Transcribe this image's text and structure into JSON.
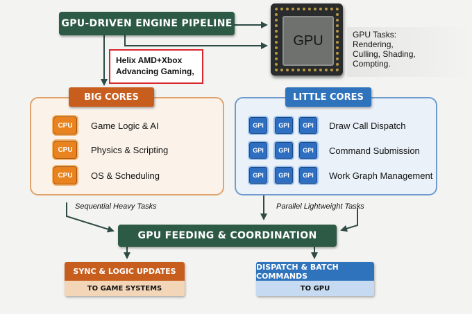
{
  "header": {
    "title": "GPU-DRIVEN ENGINE PIPELINE"
  },
  "note": {
    "line1": "Helix AMD+Xbox",
    "line2": "Advancing Gaming,"
  },
  "gpu": {
    "chip_label": "GPU",
    "tasks_title": "GPU Tasks:",
    "tasks": [
      "Rendering,",
      "Culling, Shading,",
      "Compting."
    ]
  },
  "big_cores": {
    "title": "BIG CORES",
    "chip_label": "CPU",
    "rows": [
      "Game Logic & AI",
      "Physics & Scripting",
      "OS & Scheduling"
    ],
    "caption": "Sequential Heavy Tasks"
  },
  "little_cores": {
    "title": "LITTLE CORES",
    "chip_label": "GPI",
    "rows": [
      "Draw Call Dispatch",
      "Command Submission",
      "Work Graph Management"
    ],
    "caption": "Parallel Lightweight Tasks"
  },
  "feeding": {
    "title": "GPU FEEDING & COORDINATION"
  },
  "outputs": {
    "sync": {
      "title": "SYNC & LOGIC UPDATES",
      "target": "TO GAME SYSTEMS"
    },
    "dispatch": {
      "title": "DISPATCH & BATCH COMMANDS",
      "target": "TO GPU"
    }
  },
  "colors": {
    "dark_green": "#2c5a45",
    "orange": "#c85e1e",
    "blue": "#2f73bc",
    "note_border": "#d9262c"
  }
}
